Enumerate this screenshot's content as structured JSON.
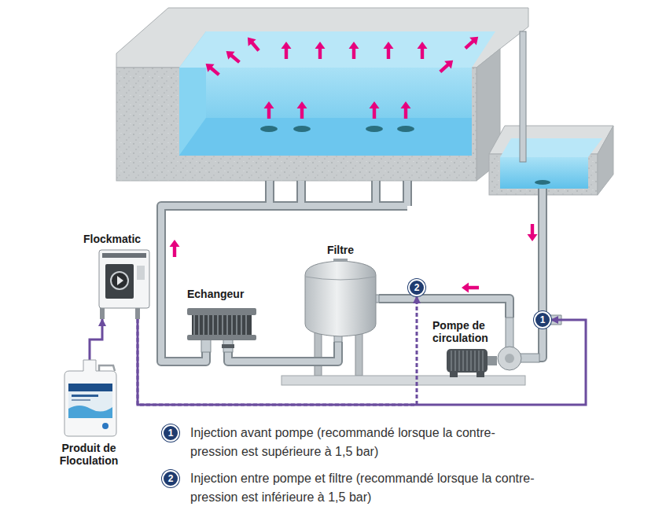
{
  "diagram": {
    "nodes": [
      {
        "text": [
          "Flockmatic"
        ]
      },
      {
        "text": [
          "Echangeur"
        ]
      },
      {
        "text": [
          "Filtre"
        ]
      },
      {
        "text": [
          "2"
        ]
      },
      {
        "text": [
          "Pompe de circulation"
        ]
      },
      {
        "text": [
          "1"
        ]
      },
      {
        "text": [
          "Produit de Floculation"
        ]
      }
    ],
    "edges": [
      {
        "from": 6,
        "to": 0,
        "arrow": "to"
      },
      {
        "from": 0,
        "to": 5,
        "arrow": "to"
      },
      {
        "from": 0,
        "to": 3,
        "arrow": "to"
      },
      {
        "from": 4,
        "to": 3,
        "arrow": "none"
      },
      {
        "from": 3,
        "to": 2,
        "arrow": "none"
      },
      {
        "from": 2,
        "to": 1,
        "arrow": "none"
      },
      {
        "from": 5,
        "to": 4,
        "arrow": "none"
      }
    ],
    "labels": [
      "1",
      "Injection avant pompe (recommandé lorsque la contre- pression est supérieure à 1,5 bar)",
      "2",
      "Injection entre pompe et filtre (recommandé lorsque la contre-pression est inférieure à 1,5 bar)"
    ]
  }
}
